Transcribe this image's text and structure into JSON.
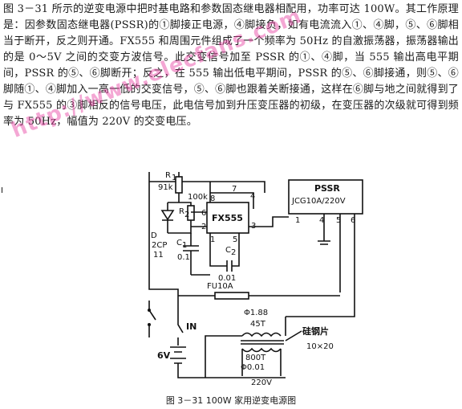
{
  "description": {
    "paragraphs": [
      "图 3－31 所示的逆变电源中把时基电路和参数固态继电器相配用，功率可达 100W。其工作原理是：因参数固态继电器(PSSR)的①脚接正电源，④脚接负，如有电流流入①、④脚，⑤、⑥脚相当于断开，反之则开通。FX555 和周围元件组成了一个频率为 50Hz 的自激振荡器，振荡器输出的是 0～5V 之间的交变方波信号。此交变信号加至 PSSR 的①、④脚，当 555 输出高电平期间，PSSR 的⑤、⑥脚断开；反之，在 555 输出低电平期间，PSSR 的⑤、⑥脚接通，则⑤、⑥脚随①、④脚加入一高一低的交变信号，⑤、⑥脚也跟着关断接通，这样在⑥脚与地之间就得到了与 FX555 的③脚相反的信号电压，此电信号加到升压变压器的初级，在变压器的次级就可得到频率为 50Hz，幅值为 220V 的交变电压。"
    ]
  },
  "watermark": "http://www.elecfans.com",
  "circuit": {
    "r1_label": "R",
    "r1_sub": "1",
    "r1_value": "91k",
    "r2_value": "100k",
    "r_label": "R",
    "r_sub": "2",
    "d_label": "D",
    "d_value": "2CP",
    "d_value2": "11",
    "c1_label": "C",
    "c1_sub": "1",
    "c1_value": "0.1",
    "c2_label": "C",
    "c2_sub": "2",
    "c2_value": "0.01",
    "ic_name": "FX555",
    "ic_pin_8": "8",
    "ic_pin_7": "7",
    "ic_pin_4": "4",
    "ic_pin_6": "6",
    "ic_pin_2": "2",
    "ic_pin_3": "3",
    "ic_pin_1": "1",
    "ic_pin_5": "5",
    "pssr_name": "PSSR",
    "pssr_model": "JCG10A/220V",
    "pssr_pin_1": "1",
    "pssr_pin_4": "4",
    "pssr_pin_5": "5",
    "pssr_pin_6": "6",
    "fuse_label": "FU10A",
    "switch_label": "IN",
    "battery_label": "6V",
    "primary_wire": "Φ1.88",
    "primary_turns": "45T",
    "secondary_turns": "800T",
    "secondary_wire": "Φ0.01",
    "output_label": "220V",
    "core_label": "硅钢片",
    "core_size": "10×20",
    "left_mark": "I"
  },
  "caption": "图 3－31 100W 家用逆变电源图"
}
